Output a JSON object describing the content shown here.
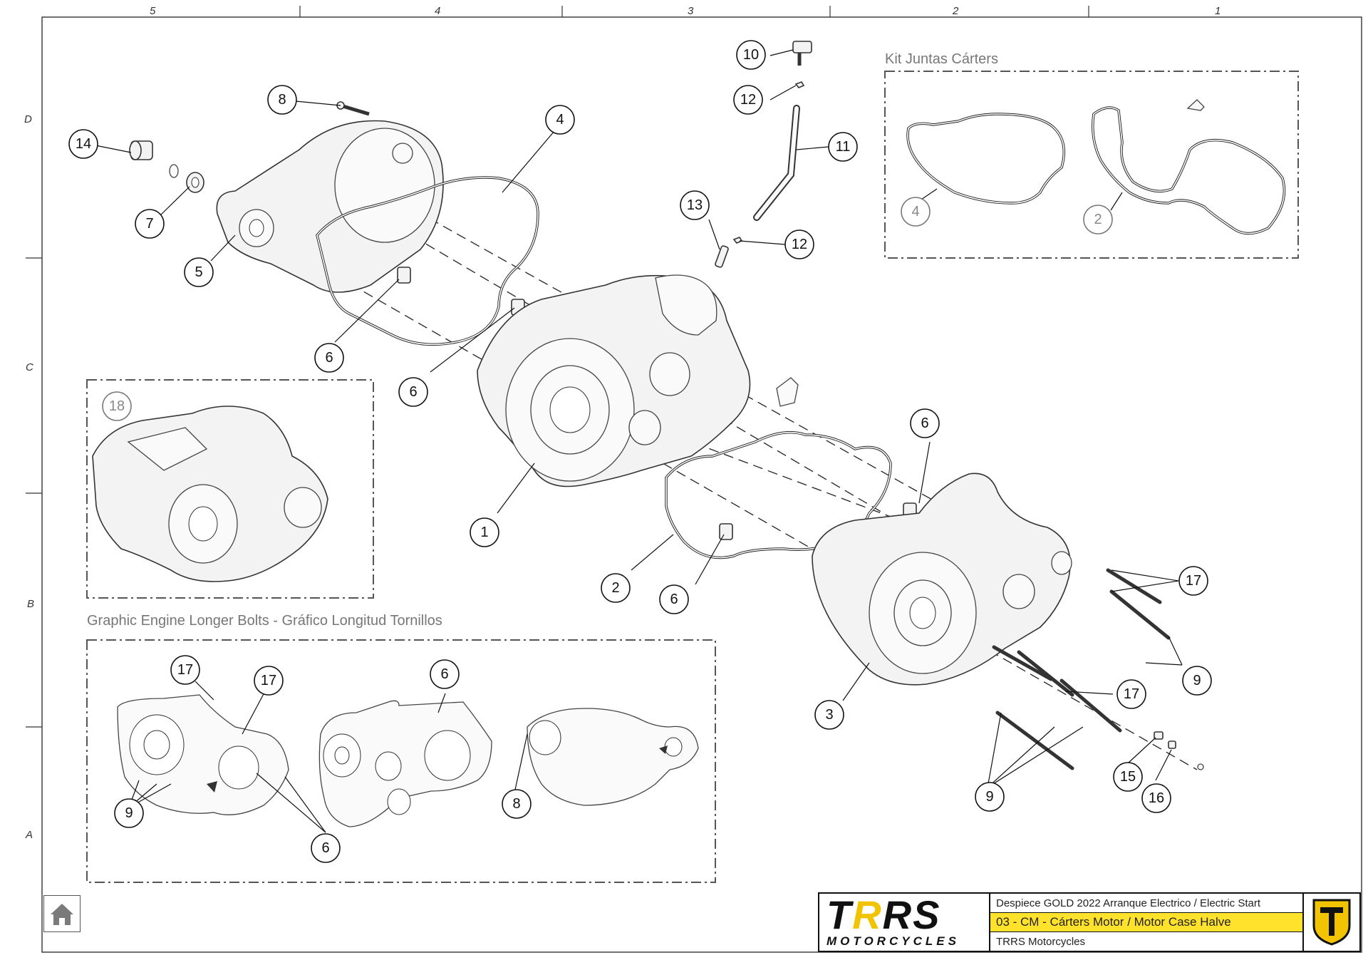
{
  "frame": {
    "columns": [
      "5",
      "4",
      "3",
      "2",
      "1"
    ],
    "rows": [
      "D",
      "C",
      "B",
      "A"
    ]
  },
  "sections": {
    "kit_title": "Kit Juntas Cárters",
    "bolts_title": "Graphic Engine Longer Bolts - Gráfico Longitud Tornillos"
  },
  "callouts": {
    "c1": "1",
    "c2": "2",
    "c3": "3",
    "c4": "4",
    "c5": "5",
    "c6a": "6",
    "c6b": "6",
    "c6c": "6",
    "c6d": "6",
    "c7": "7",
    "c8": "8",
    "c9a": "9",
    "c9b": "9",
    "c10": "10",
    "c11": "11",
    "c12a": "12",
    "c12b": "12",
    "c13": "13",
    "c14": "14",
    "c15": "15",
    "c16": "16",
    "c17a": "17",
    "c17b": "17",
    "k4": "4",
    "k2": "2",
    "c18": "18",
    "b17a": "17",
    "b17b": "17",
    "b6a": "6",
    "b6b": "6",
    "b8": "8",
    "b9": "9"
  },
  "title_block": {
    "logo_main_a": "T",
    "logo_main_r": "R",
    "logo_main_b": "S",
    "logo_sub": "MOTORCYCLES",
    "line1": "Despiece GOLD 2022 Arranque Electrico / Electric Start",
    "line2": "03 - CM - Cárters Motor / Motor Case Halve",
    "line3": "TRRS Motorcycles"
  },
  "icons": {
    "home": "home-icon",
    "badge": "trrs-badge-icon"
  },
  "colors": {
    "accent": "#ffe22b",
    "logo_r": "#f2c300"
  }
}
